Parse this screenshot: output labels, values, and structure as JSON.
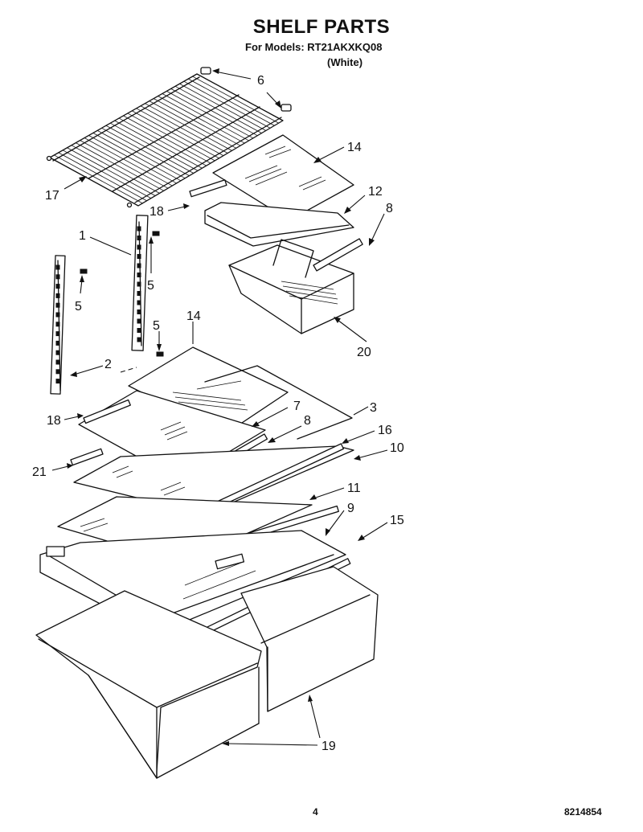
{
  "header": {
    "title": "SHELF PARTS",
    "models": "For Models: RT21AKXKQ08",
    "color": "(White)"
  },
  "footer": {
    "page_number": "4",
    "doc_number": "8214854"
  },
  "callouts": {
    "c6": "6",
    "c14a": "14",
    "c17": "17",
    "c12": "12",
    "c18a": "18",
    "c8a": "8",
    "c1": "1",
    "c5a": "5",
    "c5b": "5",
    "c20": "20",
    "c14b": "14",
    "c5c": "5",
    "c2": "2",
    "c7": "7",
    "c3": "3",
    "c18b": "18",
    "c8b": "8",
    "c16": "16",
    "c21": "21",
    "c10": "10",
    "c11": "11",
    "c9": "9",
    "c15": "15",
    "c19": "19"
  }
}
